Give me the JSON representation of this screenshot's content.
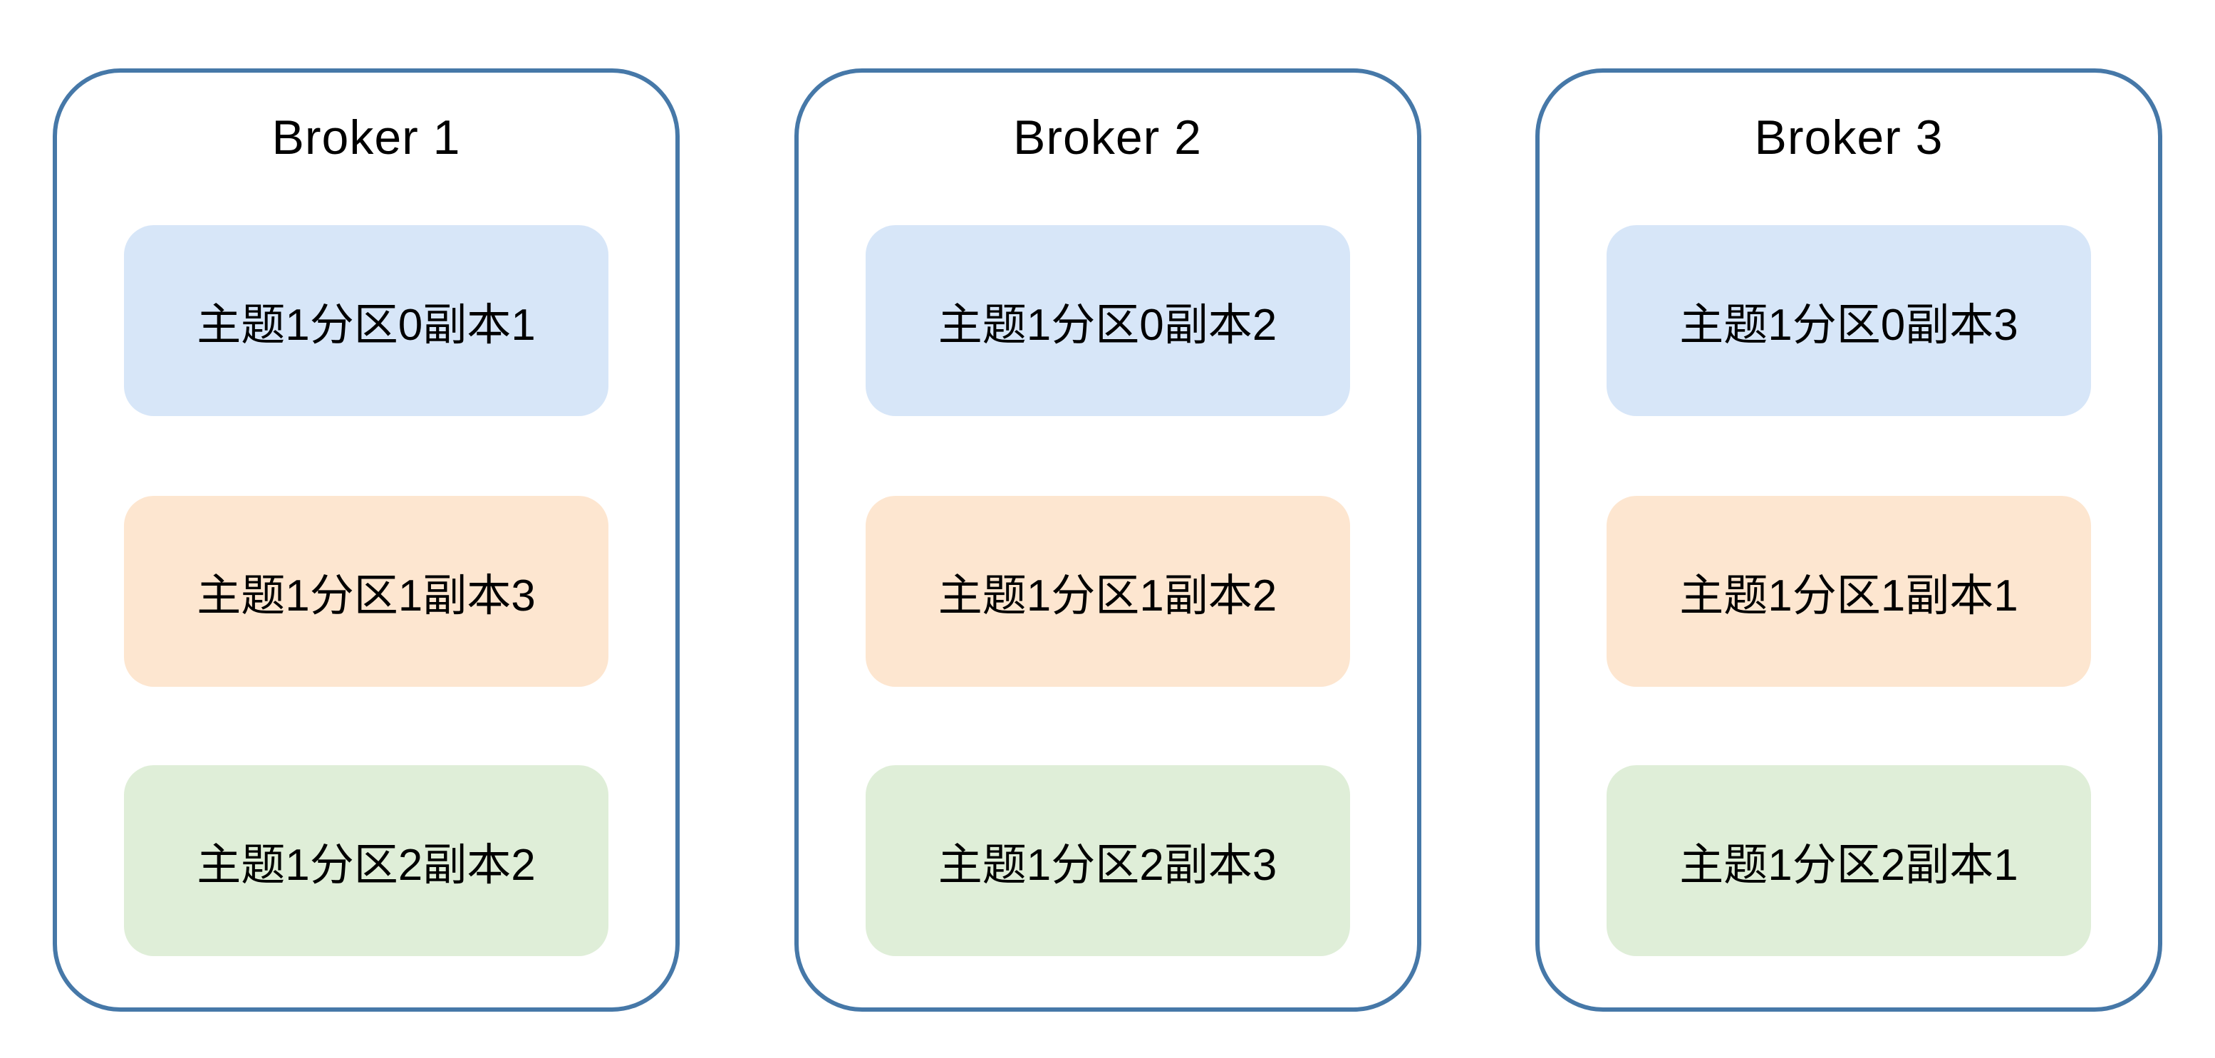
{
  "diagram": {
    "palette": {
      "broker_border": "#4678a8",
      "partition0_fill": "#d7e6f8",
      "partition1_fill": "#fde6d0",
      "partition2_fill": "#dfeed8",
      "text": "#000000",
      "background": "#ffffff"
    },
    "brokers": [
      {
        "label": "Broker 1",
        "cells": [
          {
            "text": "主题1分区0副本1",
            "fill": "#d7e6f8"
          },
          {
            "text": "主题1分区1副本3",
            "fill": "#fde6d0"
          },
          {
            "text": "主题1分区2副本2",
            "fill": "#dfeed8"
          }
        ]
      },
      {
        "label": "Broker 2",
        "cells": [
          {
            "text": "主题1分区0副本2",
            "fill": "#d7e6f8"
          },
          {
            "text": "主题1分区1副本2",
            "fill": "#fde6d0"
          },
          {
            "text": "主题1分区2副本3",
            "fill": "#dfeed8"
          }
        ]
      },
      {
        "label": "Broker 3",
        "cells": [
          {
            "text": "主题1分区0副本3",
            "fill": "#d7e6f8"
          },
          {
            "text": "主题1分区1副本1",
            "fill": "#fde6d0"
          },
          {
            "text": "主题1分区2副本1",
            "fill": "#dfeed8"
          }
        ]
      }
    ]
  }
}
